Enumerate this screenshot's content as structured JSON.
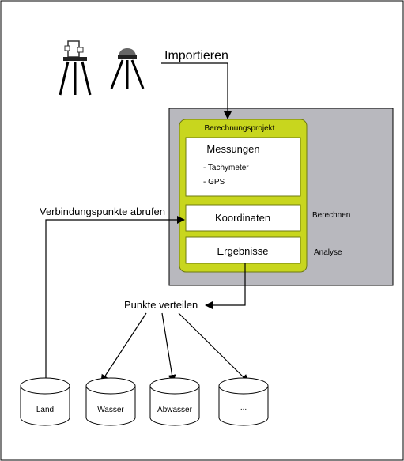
{
  "labels": {
    "importieren": "Importieren",
    "berechnungsprojekt": "Berechnungsprojekt",
    "messungen": "Messungen",
    "tachymeter": "- Tachymeter",
    "gps": "- GPS",
    "koordinaten": "Koordinaten",
    "ergebnisse": "Ergebnisse",
    "berechnen": "Berechnen",
    "analyse": "Analyse",
    "verbindungspunkte": "Verbindungspunkte abrufen",
    "punkte_verteilen": "Punkte verteilen"
  },
  "databases": [
    {
      "label": "Land"
    },
    {
      "label": "Wasser"
    },
    {
      "label": "Abwasser"
    },
    {
      "label": "..."
    }
  ],
  "colors": {
    "project_fill": "#c8d61e",
    "panel_fill": "#b8b8be",
    "line": "#000000"
  },
  "icons": [
    "tachymeter-tripod-icon",
    "gps-tripod-icon"
  ]
}
